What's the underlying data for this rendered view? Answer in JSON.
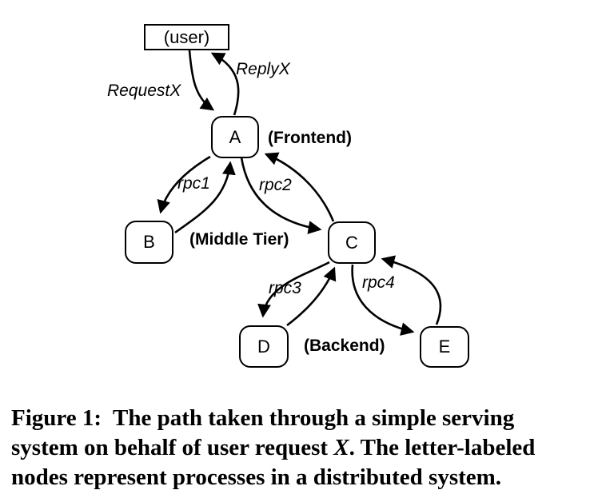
{
  "colors": {
    "ink": "#000000",
    "background": "#ffffff"
  },
  "diagram": {
    "nodes": {
      "user": {
        "label": "(user)"
      },
      "a": {
        "label": "A"
      },
      "b": {
        "label": "B"
      },
      "c": {
        "label": "C"
      },
      "d": {
        "label": "D"
      },
      "e": {
        "label": "E"
      }
    },
    "tier_labels": {
      "frontend": "(Frontend)",
      "middle": "(Middle Tier)",
      "backend": "(Backend)"
    },
    "edge_labels": {
      "request": "RequestX",
      "reply": "ReplyX",
      "rpc1": "rpc1",
      "rpc2": "rpc2",
      "rpc3": "rpc3",
      "rpc4": "rpc4"
    },
    "edges": [
      {
        "name": "request",
        "from": "user",
        "to": "A"
      },
      {
        "name": "reply",
        "from": "A",
        "to": "user"
      },
      {
        "name": "rpc1",
        "from": "A",
        "to": "B",
        "return": true
      },
      {
        "name": "rpc2",
        "from": "A",
        "to": "C",
        "return": true
      },
      {
        "name": "rpc3",
        "from": "C",
        "to": "D",
        "return": true
      },
      {
        "name": "rpc4",
        "from": "C",
        "to": "E",
        "return": true
      }
    ]
  },
  "caption": {
    "line1": "Figure 1:  The path taken through a simple serving",
    "line2_pre": "system on behalf of user request ",
    "line2_italic": "X",
    "line2_post": ". The letter-labeled",
    "line3": "nodes represent processes in a distributed system."
  }
}
